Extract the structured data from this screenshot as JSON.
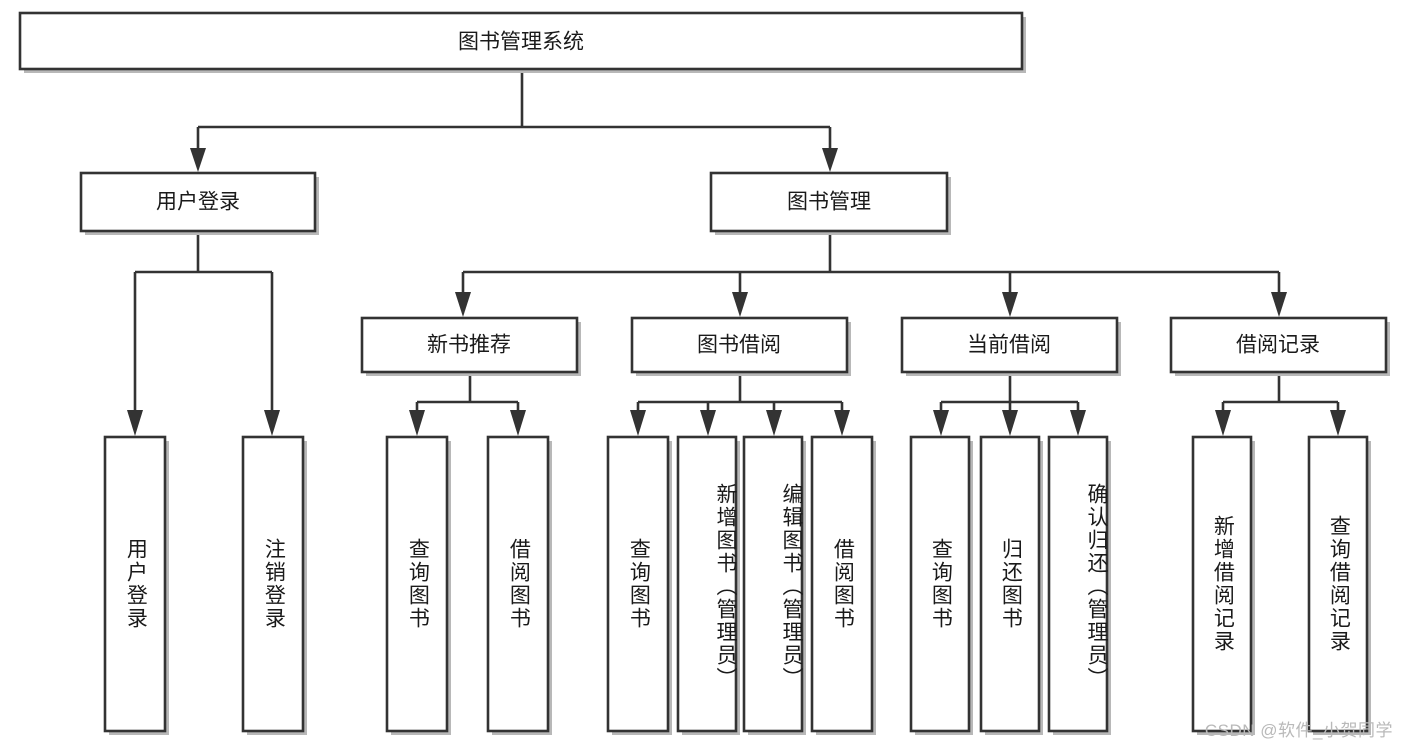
{
  "diagram": {
    "type": "hierarchy-tree",
    "title": "图书管理系统",
    "watermark": "CSDN @软件_小贺同学",
    "root": {
      "label": "图书管理系统"
    },
    "level2": [
      {
        "label": "用户登录"
      },
      {
        "label": "图书管理"
      }
    ],
    "level3": [
      {
        "label": "新书推荐"
      },
      {
        "label": "图书借阅"
      },
      {
        "label": "当前借阅"
      },
      {
        "label": "借阅记录"
      }
    ],
    "leaves": {
      "user_login": [
        {
          "label": "用户登录"
        },
        {
          "label": "注销登录"
        }
      ],
      "new_book_recommend": [
        {
          "label": "查询图书"
        },
        {
          "label": "借阅图书"
        }
      ],
      "book_borrow": [
        {
          "label": "查询图书"
        },
        {
          "label": "新增图书（管理员）"
        },
        {
          "label": "编辑图书（管理员）"
        },
        {
          "label": "借阅图书"
        }
      ],
      "current_borrow": [
        {
          "label": "查询图书"
        },
        {
          "label": "归还图书"
        },
        {
          "label": "确认归还（管理员）"
        }
      ],
      "borrow_record": [
        {
          "label": "新增借阅记录"
        },
        {
          "label": "查询借阅记录"
        }
      ]
    },
    "colors": {
      "box_stroke": "#333333",
      "box_fill": "#ffffff",
      "text": "#1a1a1a",
      "shadow": "#b8b8b8",
      "watermark": "#b9b9b9",
      "background": "#ffffff"
    }
  }
}
